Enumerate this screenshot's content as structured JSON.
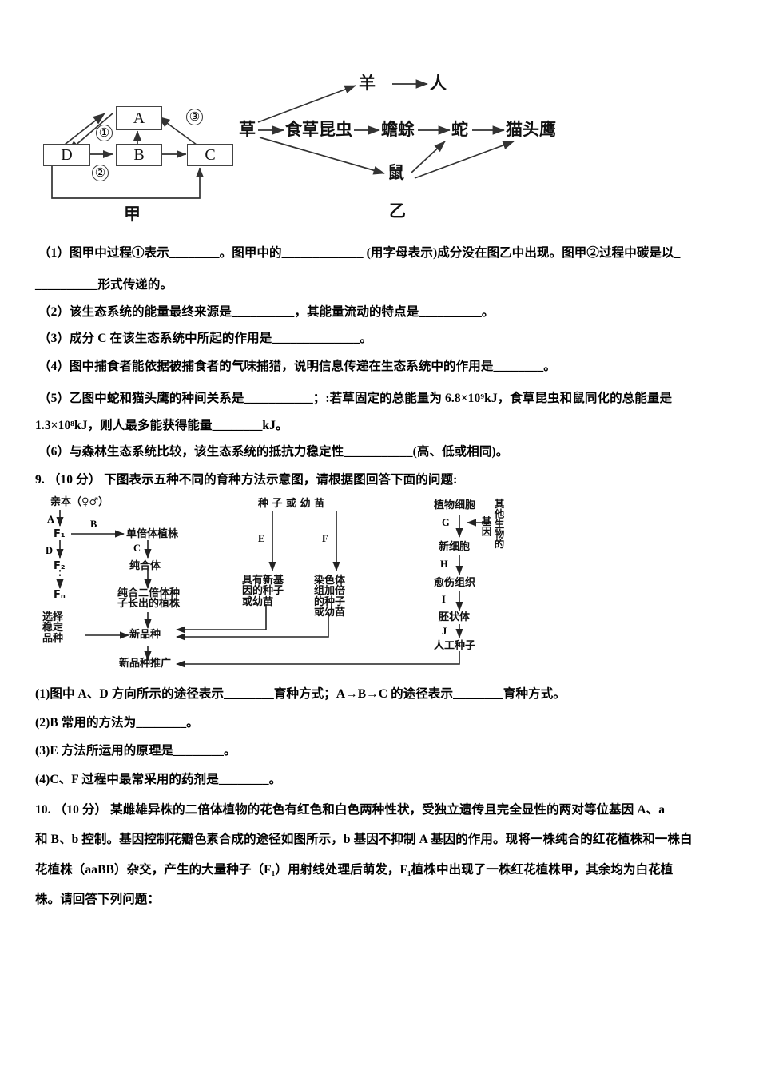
{
  "figure_jia": {
    "caption": "甲",
    "boxes": [
      {
        "id": "A",
        "label": "A"
      },
      {
        "id": "B",
        "label": "B"
      },
      {
        "id": "C",
        "label": "C"
      },
      {
        "id": "D",
        "label": "D"
      }
    ],
    "process_numbers": [
      "①",
      "②",
      "③"
    ]
  },
  "figure_yi": {
    "caption": "乙",
    "nodes": [
      {
        "id": "cao",
        "label": "草"
      },
      {
        "id": "shicaokunchong",
        "label": "食草昆虫"
      },
      {
        "id": "chanchu",
        "label": "蟾蜍"
      },
      {
        "id": "she",
        "label": "蛇"
      },
      {
        "id": "maotouying",
        "label": "猫头鹰"
      },
      {
        "id": "yang",
        "label": "羊"
      },
      {
        "id": "ren",
        "label": "人"
      },
      {
        "id": "shu",
        "label": "鼠"
      }
    ],
    "edges": [
      [
        "草",
        "羊"
      ],
      [
        "羊",
        "人"
      ],
      [
        "草",
        "食草昆虫"
      ],
      [
        "食草昆虫",
        "蟾蜍"
      ],
      [
        "蟾蜍",
        "蛇"
      ],
      [
        "蛇",
        "猫头鹰"
      ],
      [
        "草",
        "鼠"
      ],
      [
        "鼠",
        "蛇"
      ],
      [
        "鼠",
        "猫头鹰"
      ]
    ]
  },
  "question8": {
    "items": [
      {
        "id": "q1",
        "lines": [
          "（1）图甲中过程①表示________。图甲中的_____________ (用字母表示)成分没在图乙中出现。图甲②过程中碳是以_",
          "__________形式传递的。"
        ]
      },
      {
        "id": "q2",
        "lines": [
          "（2）该生态系统的能量最终来源是__________，其能量流动的特点是__________。"
        ]
      },
      {
        "id": "q3",
        "lines": [
          "（3）成分 C 在该生态系统中所起的作用是______________。"
        ]
      },
      {
        "id": "q4",
        "lines": [
          "（4）图中捕食者能依据被捕食者的气味捕猎，说明信息传递在生态系统中的作用是________。"
        ]
      },
      {
        "id": "q5",
        "lines": [
          "（5）乙图中蛇和猫头鹰的种间关系是___________；:若草固定的总能量为 6.8×10⁹kJ，食草昆虫和鼠同化的总能量是",
          "1.3×10⁸kJ，则人最多能获得能量________kJ。"
        ]
      },
      {
        "id": "q6",
        "lines": [
          "（6）与森林生态系统比较，该生态系统的抵抗力稳定性___________(高、低或相同)。"
        ]
      }
    ]
  },
  "question9": {
    "number": "9.",
    "score": "（10 分）",
    "stem": "下图表示五种不同的育种方法示意图，请根据图回答下面的问题:",
    "sub": [
      "(1)图中 A、D 方向所示的途径表示________育种方式；A→B→C 的途径表示________育种方式。",
      "(2)B 常用的方法为________。",
      "(3)E 方法所运用的原理是________。",
      "(4)C、F 过程中最常采用的药剂是________。"
    ]
  },
  "figure_breeding": {
    "nodes": [
      {
        "id": "parent",
        "label": "亲本（♀♂）"
      },
      {
        "id": "f1",
        "label": "F₁"
      },
      {
        "id": "f2",
        "label": "F₂"
      },
      {
        "id": "fn",
        "label": "Fₙ"
      },
      {
        "id": "select",
        "label": "选择\n稳定\n品种"
      },
      {
        "id": "haploid",
        "label": "单倍体植株"
      },
      {
        "id": "homozygote",
        "label": "纯合体"
      },
      {
        "id": "diploid-plant",
        "label": "纯合二倍体种\n子长出的植株"
      },
      {
        "id": "newvariety",
        "label": "新品种"
      },
      {
        "id": "promotion",
        "label": "新品种推广"
      },
      {
        "id": "seed-seedling",
        "label": "种 子 或 幼 苗"
      },
      {
        "id": "newgene-seed",
        "label": "具有新基\n因的种子\n或幼苗"
      },
      {
        "id": "chrom-double",
        "label": "染色体\n组加倍\n的种子\n或幼苗"
      },
      {
        "id": "plantcell",
        "label": "植物细胞"
      },
      {
        "id": "othergene",
        "label": "其他生物的"
      },
      {
        "id": "gene",
        "label": "基因"
      },
      {
        "id": "newcell",
        "label": "新细胞"
      },
      {
        "id": "callus",
        "label": "愈伤组织"
      },
      {
        "id": "embryoid",
        "label": "胚状体"
      },
      {
        "id": "artseed",
        "label": "人工种子"
      }
    ],
    "step_labels": [
      "A",
      "B",
      "C",
      "D",
      "E",
      "F",
      "G",
      "H",
      "I",
      "J"
    ]
  },
  "question10": {
    "number": "10.",
    "score": "（10 分）",
    "lines": [
      "某雌雄异株的二倍体植物的花色有红色和白色两种性状，受独立遗传且完全显性的两对等位基因 A、a",
      "和 B、b 控制。基因控制花瓣色素合成的途径如图所示，b 基因不抑制 A 基因的作用。现将一株纯合的红花植株和一株白",
      "花植株（aaBB）杂交，产生的大量种子（F₁）用射线处理后萌发，F₁植株中出现了一株红花植株甲，其余均为白花植",
      "株。请回答下列问题："
    ]
  },
  "colors": {
    "ink": "#000000",
    "line": "#3a3a3a",
    "page": "#ffffff"
  }
}
